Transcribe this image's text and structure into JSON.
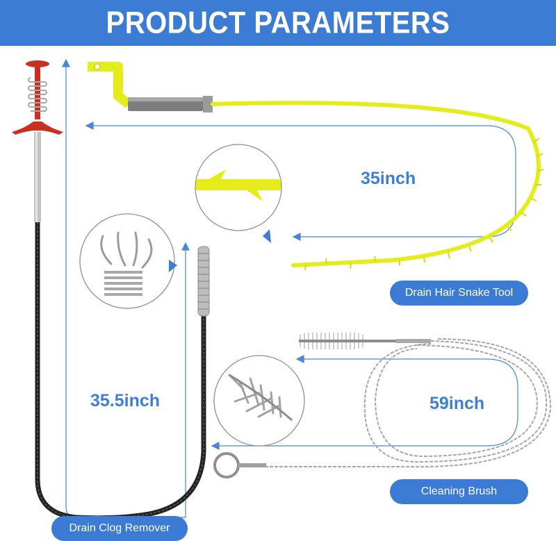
{
  "header": {
    "title": "PRODUCT PARAMETERS"
  },
  "measurements": {
    "snake_length": "35inch",
    "remover_length": "35.5inch",
    "brush_length": "59inch"
  },
  "labels": {
    "snake_tool": "Drain Hair Snake Tool",
    "clog_remover": "Drain Clog Remover",
    "cleaning_brush": "Cleaning Brush"
  },
  "colors": {
    "header_blue": "#3b7bd4",
    "measure_text": "#3f7ed6",
    "snake_yellow": "#e4ec1c",
    "remover_red": "#c9301f"
  }
}
